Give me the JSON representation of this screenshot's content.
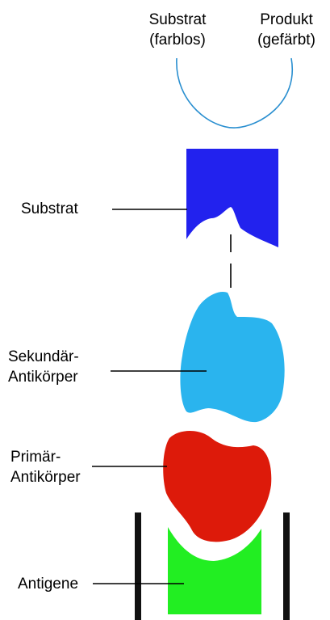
{
  "labels": {
    "substrate_top_line1": "Substrat",
    "substrate_top_line2": "(farblos)",
    "product_line1": "Produkt",
    "product_line2": "(gefärbt)",
    "substrate": "Substrat",
    "secondary_line1": "Sekundär-",
    "secondary_line2": "Antikörper",
    "primary_line1": "Primär-",
    "primary_line2": "Antikörper",
    "antigens": "Antigene"
  },
  "colors": {
    "arc": "#2a8fd0",
    "substrate_block": "#2222ee",
    "secondary_antibody": "#2ab4ee",
    "primary_antibody": "#dd1a0a",
    "antigen": "#22ee22",
    "well_wall": "#111111",
    "leader_line": "#000000"
  }
}
